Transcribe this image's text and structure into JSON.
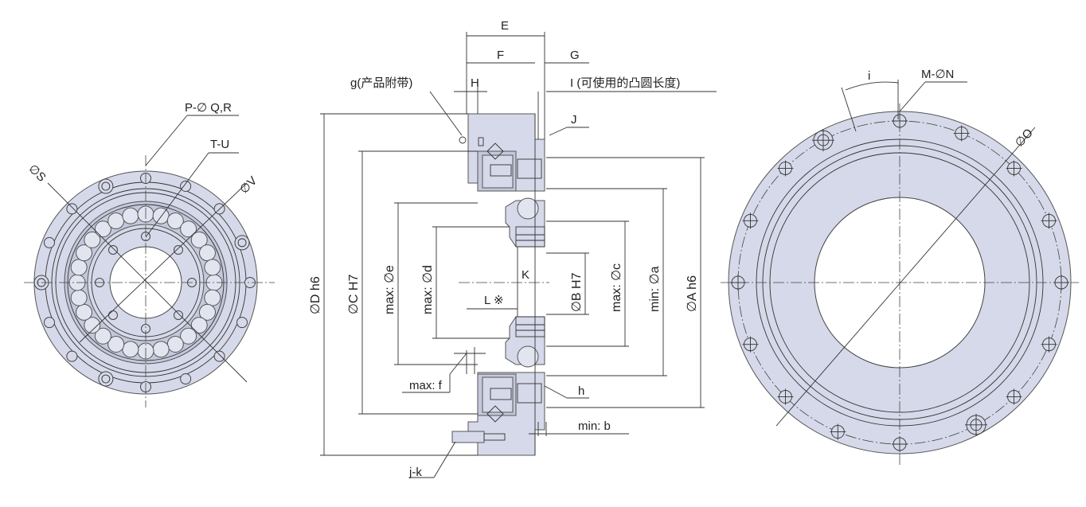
{
  "left_view": {
    "labels": {
      "pq": "P-∅ Q,R",
      "tu": "T-U",
      "s": "∅S",
      "v": "∅V"
    }
  },
  "section_view": {
    "labels": {
      "e_upper": "E",
      "f": "F",
      "g_upper": "G",
      "h_upper": "H",
      "g_lower": "g(产品附带)",
      "i_upper": "I (可使用的凸圆长度)",
      "j_upper": "J",
      "d_h6": "∅D h6",
      "c_h7": "∅C H7",
      "max_e": "max: ∅e",
      "max_d": "max: ∅d",
      "k": "K",
      "l": "L ※",
      "b_h7": "∅B H7",
      "max_c": "max: ∅c",
      "min_a": "min: ∅a",
      "a_h6": "∅A h6",
      "max_f": "max: f",
      "h_lower": "h",
      "min_b": "min: b",
      "jk": "j-k"
    }
  },
  "right_view": {
    "labels": {
      "i_lower": "i",
      "mn": "M-∅N",
      "o": "∅O"
    }
  },
  "colors": {
    "part_fill": "#d6d9e9",
    "line": "#333333"
  }
}
